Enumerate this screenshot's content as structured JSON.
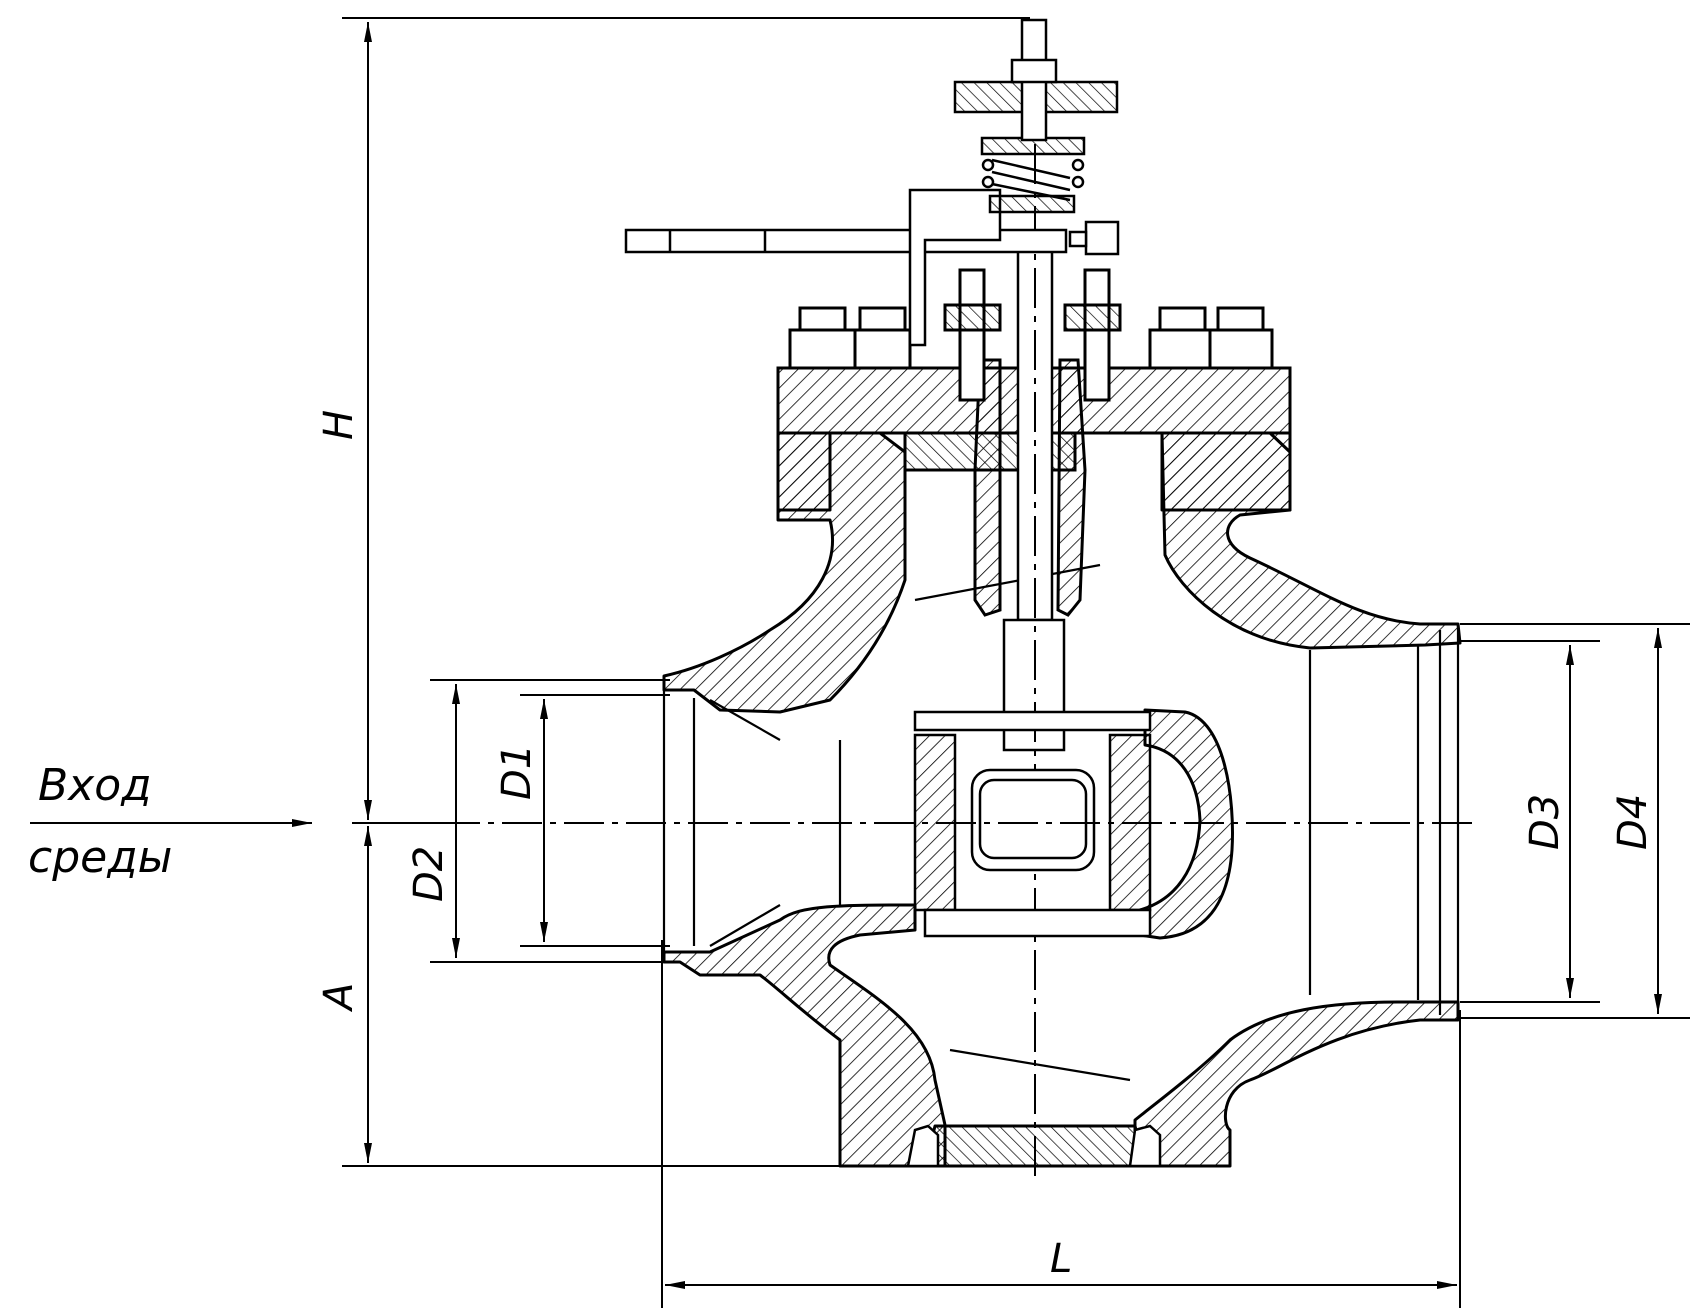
{
  "labels": {
    "inlet_line1": "Вход",
    "inlet_line2": "среды",
    "H": "H",
    "A": "A",
    "L": "L",
    "D1": "D1",
    "D2": "D2",
    "D3": "D3",
    "D4": "D4"
  },
  "colors": {
    "ink": "#000000",
    "paper": "#ffffff"
  }
}
